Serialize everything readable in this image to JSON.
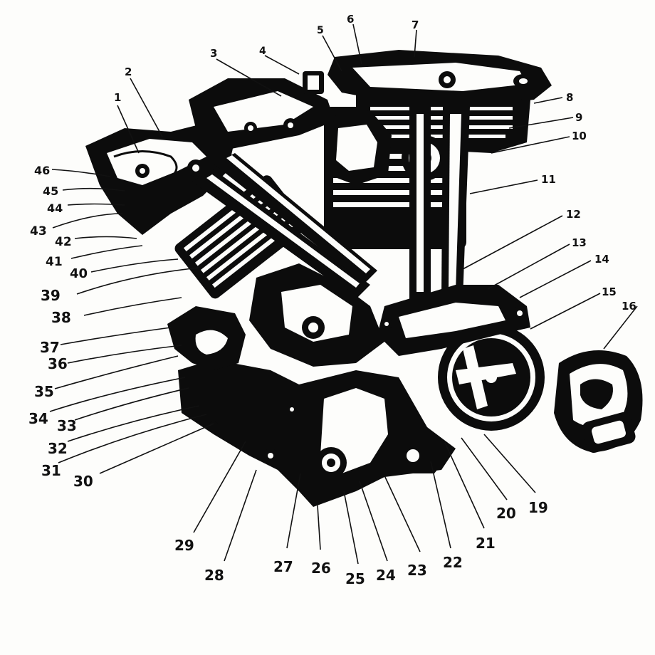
{
  "colors": {
    "ink": "#0c0c0c",
    "paper": "#fdfdfb"
  },
  "callouts": [
    "1",
    "2",
    "3",
    "4",
    "5",
    "6",
    "7",
    "8",
    "9",
    "10",
    "11",
    "12",
    "13",
    "14",
    "15",
    "16",
    "19",
    "20",
    "21",
    "22",
    "23",
    "24",
    "25",
    "26",
    "27",
    "28",
    "29",
    "30",
    "31",
    "32",
    "33",
    "34",
    "35",
    "36",
    "37",
    "38",
    "39",
    "40",
    "41",
    "42",
    "43",
    "44",
    "45",
    "46"
  ]
}
